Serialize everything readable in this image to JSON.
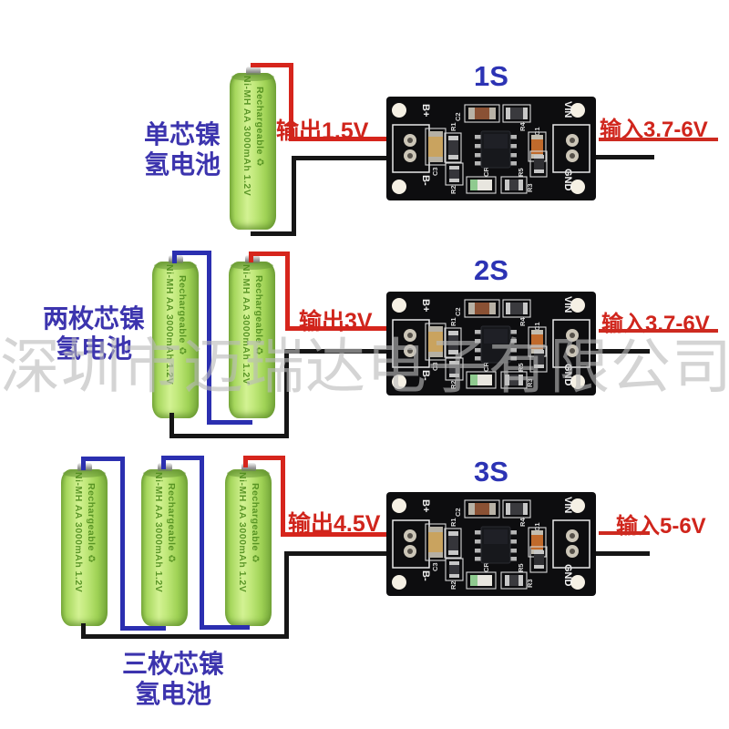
{
  "watermark": {
    "text": "深圳市迈瑞达电子有限公司"
  },
  "battery": {
    "print_main": "Ni-MH AA 3000mAh 1.2V",
    "print_sub": "Rechargeable",
    "recycle_icon": "♻"
  },
  "module_pcb": {
    "pads": {
      "b_plus": "B+",
      "b_minus": "B-",
      "vin": "VIN",
      "gnd": "GND"
    },
    "components": {
      "c1": "C1",
      "c2": "C2",
      "c3": "C3",
      "r1": "R1",
      "r2": "R2",
      "r3": "R3",
      "r4": "R4",
      "r5": "R5",
      "cr": "CR"
    }
  },
  "colors": {
    "wire_red": "#d6251c",
    "wire_black": "#161616",
    "wire_blue": "#2b2fb0",
    "annotation_red": "#d0251c",
    "label_blue": "#3c34ae",
    "title_blue": "#2c33b4",
    "battery_green": "#b7e26c"
  },
  "rows": [
    {
      "title": "1S",
      "battery_count": 1,
      "cell_label_line1": "单芯镍",
      "cell_label_line2": "氢电池",
      "output_label": "输出1.5V",
      "input_label": "输入3.7-6V"
    },
    {
      "title": "2S",
      "battery_count": 2,
      "cell_label_line1": "两枚芯镍",
      "cell_label_line2": "氢电池",
      "output_label": "输出3V",
      "input_label": "输入3.7-6V"
    },
    {
      "title": "3S",
      "battery_count": 3,
      "cell_label_line1": "三枚芯镍",
      "cell_label_line2": "氢电池",
      "output_label": "输出4.5V",
      "input_label": "输入5-6V"
    }
  ]
}
